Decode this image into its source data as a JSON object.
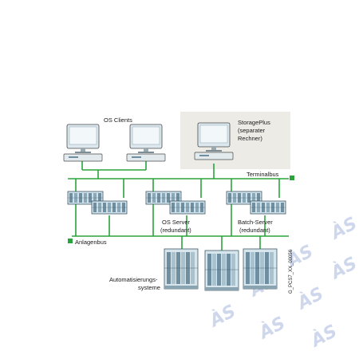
{
  "labels": {
    "os_clients": "OS Clients",
    "storageplus_line1": "StoragePlus",
    "storageplus_line2": "(separater",
    "storageplus_line3": "Rechner)",
    "terminalbus": "Terminalbus",
    "os_server_line1": "OS Server",
    "os_server_line2": "(redundant)",
    "batch_server_line1": "Batch-Server",
    "batch_server_line2": "(redundant)",
    "anlagenbus": "Anlagenbus",
    "as_line1": "Automatisierungs-",
    "as_line2": "systeme",
    "figure_id": "G_PCS7_XX_00056"
  },
  "colors": {
    "bus_green": "#2aa33c",
    "panel_bg": "#ecebe6",
    "device_blue": "#cfe1ea",
    "device_dark": "#6f8fa0",
    "watermark": "#c9d3ea"
  },
  "watermark": {
    "text": "ÀS"
  }
}
